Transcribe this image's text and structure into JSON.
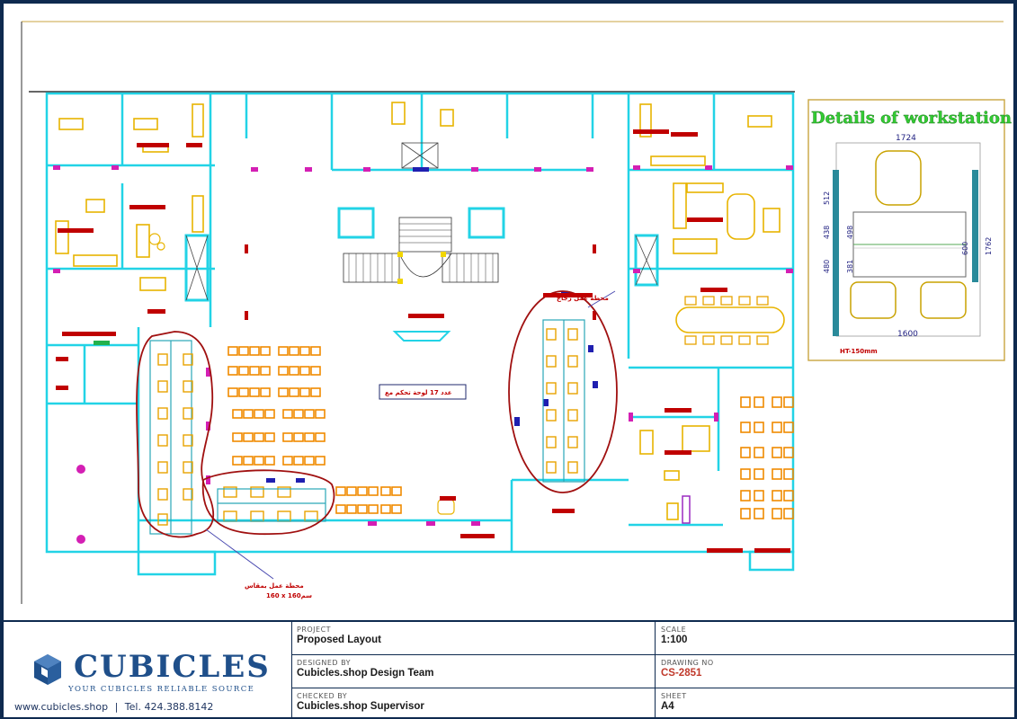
{
  "drawing": {
    "detail_title": "Details of workstation",
    "dim_1724": "1724",
    "dim_512": "512",
    "dim_438": "438",
    "dim_498": "498",
    "dim_600": "600",
    "dim_480": "480",
    "dim_381": "381",
    "dim_1762": "1762",
    "dim_1600": "1600",
    "ht_note": "HT-150mm",
    "center_note": "عدد 17 لوحة تحكم مع",
    "arrow_note_left_1": "محطة عمل بمقاس",
    "arrow_note_left_2": "160 x 160سم",
    "arrow_note_right": "محطة عمل زجاج"
  },
  "title_block": {
    "brand": "CUBICLES",
    "tagline": "YOUR CUBICLES RELIABLE SOURCE",
    "website": "www.cubicles.shop",
    "separator": "|",
    "phone": "Tel. 424.388.8142",
    "project_label": "PROJECT",
    "project_value": "Proposed Layout",
    "scale_label": "SCALE",
    "scale_value": "1:100",
    "designed_label": "DESIGNED BY",
    "designed_value": "Cubicles.shop Design Team",
    "drawing_no_label": "DRAWING NO",
    "drawing_no_value": "CS-2851",
    "checked_label": "CHECKED BY",
    "checked_value": "Cubicles.shop Supervisor",
    "sheet_label": "SHEET",
    "sheet_value": "A4"
  },
  "colors": {
    "wall": "#22d3e6",
    "furniture": "#e8a300",
    "annotation": "#c00000",
    "accent": "#c2187a",
    "detail_title": "#33cc33",
    "frame": "#0e2a4f",
    "drawing_no": "#c0392b"
  }
}
